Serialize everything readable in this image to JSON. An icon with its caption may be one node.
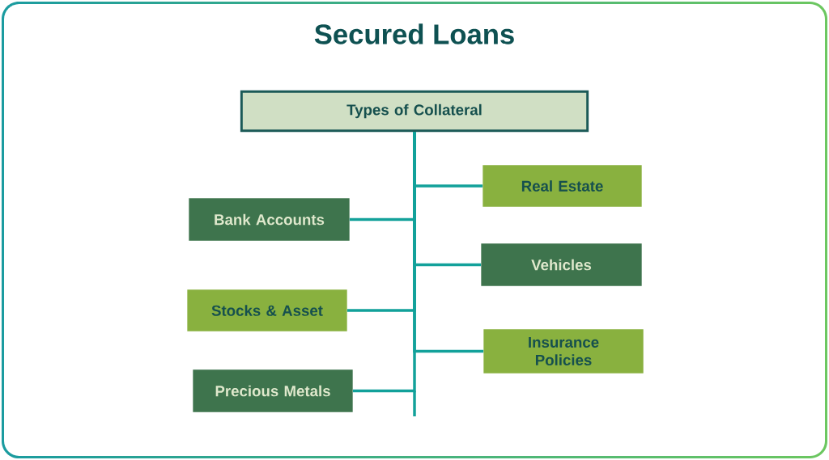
{
  "diagram": {
    "title": "Secured Loans",
    "nodes": [
      {
        "text": [
          "Types of Collateral"
        ]
      },
      {
        "text": [
          "Real Estate"
        ]
      },
      {
        "text": [
          "Bank Accounts"
        ]
      },
      {
        "text": [
          "Vehicles"
        ]
      },
      {
        "text": [
          "Stocks & Asset"
        ]
      },
      {
        "text": [
          "Insurance Policies"
        ]
      },
      {
        "text": [
          "Precious Metals"
        ]
      }
    ],
    "edges": [
      {
        "from": 0,
        "to": 1,
        "arrow": "none"
      },
      {
        "from": 0,
        "to": 2,
        "arrow": "none"
      },
      {
        "from": 0,
        "to": 3,
        "arrow": "none"
      },
      {
        "from": 0,
        "to": 4,
        "arrow": "none"
      },
      {
        "from": 0,
        "to": 5,
        "arrow": "none"
      },
      {
        "from": 0,
        "to": 6,
        "arrow": "none"
      }
    ]
  }
}
